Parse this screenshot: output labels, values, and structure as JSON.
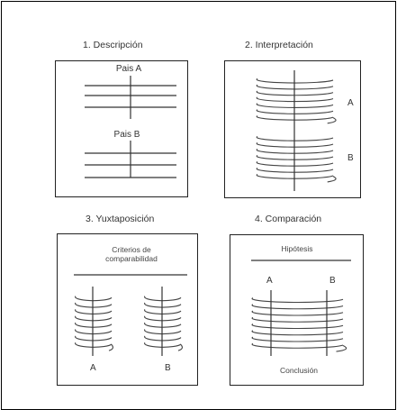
{
  "panels": [
    {
      "title": "1.  Descripción",
      "labels": [
        "Pais A",
        "Pais B"
      ]
    },
    {
      "title": "2. Interpretación",
      "labels": [
        "A",
        "B"
      ]
    },
    {
      "title": "3. Yuxtaposición",
      "labels": [
        "Criterios de",
        "comparabilidad",
        "A",
        "B"
      ]
    },
    {
      "title": "4. Comparación",
      "labels": [
        "Hipótesis",
        "A",
        "B",
        "Conclusión"
      ]
    }
  ]
}
